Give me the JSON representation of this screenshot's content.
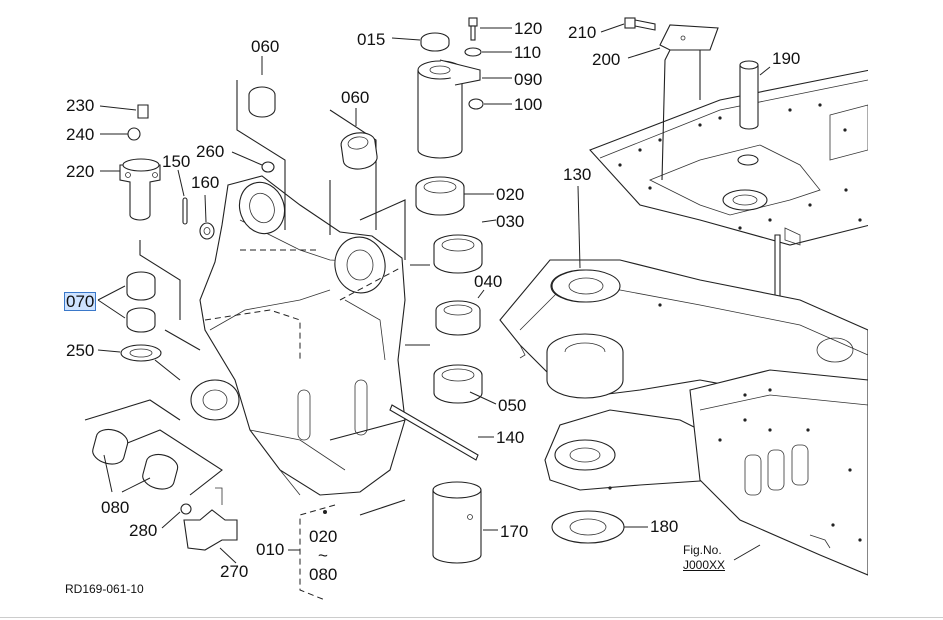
{
  "diagram": {
    "callouts": {
      "c015": "015",
      "c120": "120",
      "c110": "110",
      "c090": "090",
      "c100": "100",
      "c210": "210",
      "c200": "200",
      "c190": "190",
      "c060a": "060",
      "c060b": "060",
      "c230": "230",
      "c240": "240",
      "c220": "220",
      "c150": "150",
      "c260": "260",
      "c160": "160",
      "c020": "020",
      "c030": "030",
      "c130": "130",
      "c070": "070",
      "c040": "040",
      "c250": "250",
      "c050": "050",
      "c140": "140",
      "c080": "080",
      "c280": "280",
      "c020b": "020",
      "c010": "010",
      "c170": "170",
      "c180": "180",
      "c270": "270",
      "c080b": "080",
      "tilde": "~"
    },
    "selected_callout": "070",
    "figure_no_label": "Fig.No.",
    "figure_no_value": "J000XX",
    "drawing_ref": "RD169-061-10"
  }
}
